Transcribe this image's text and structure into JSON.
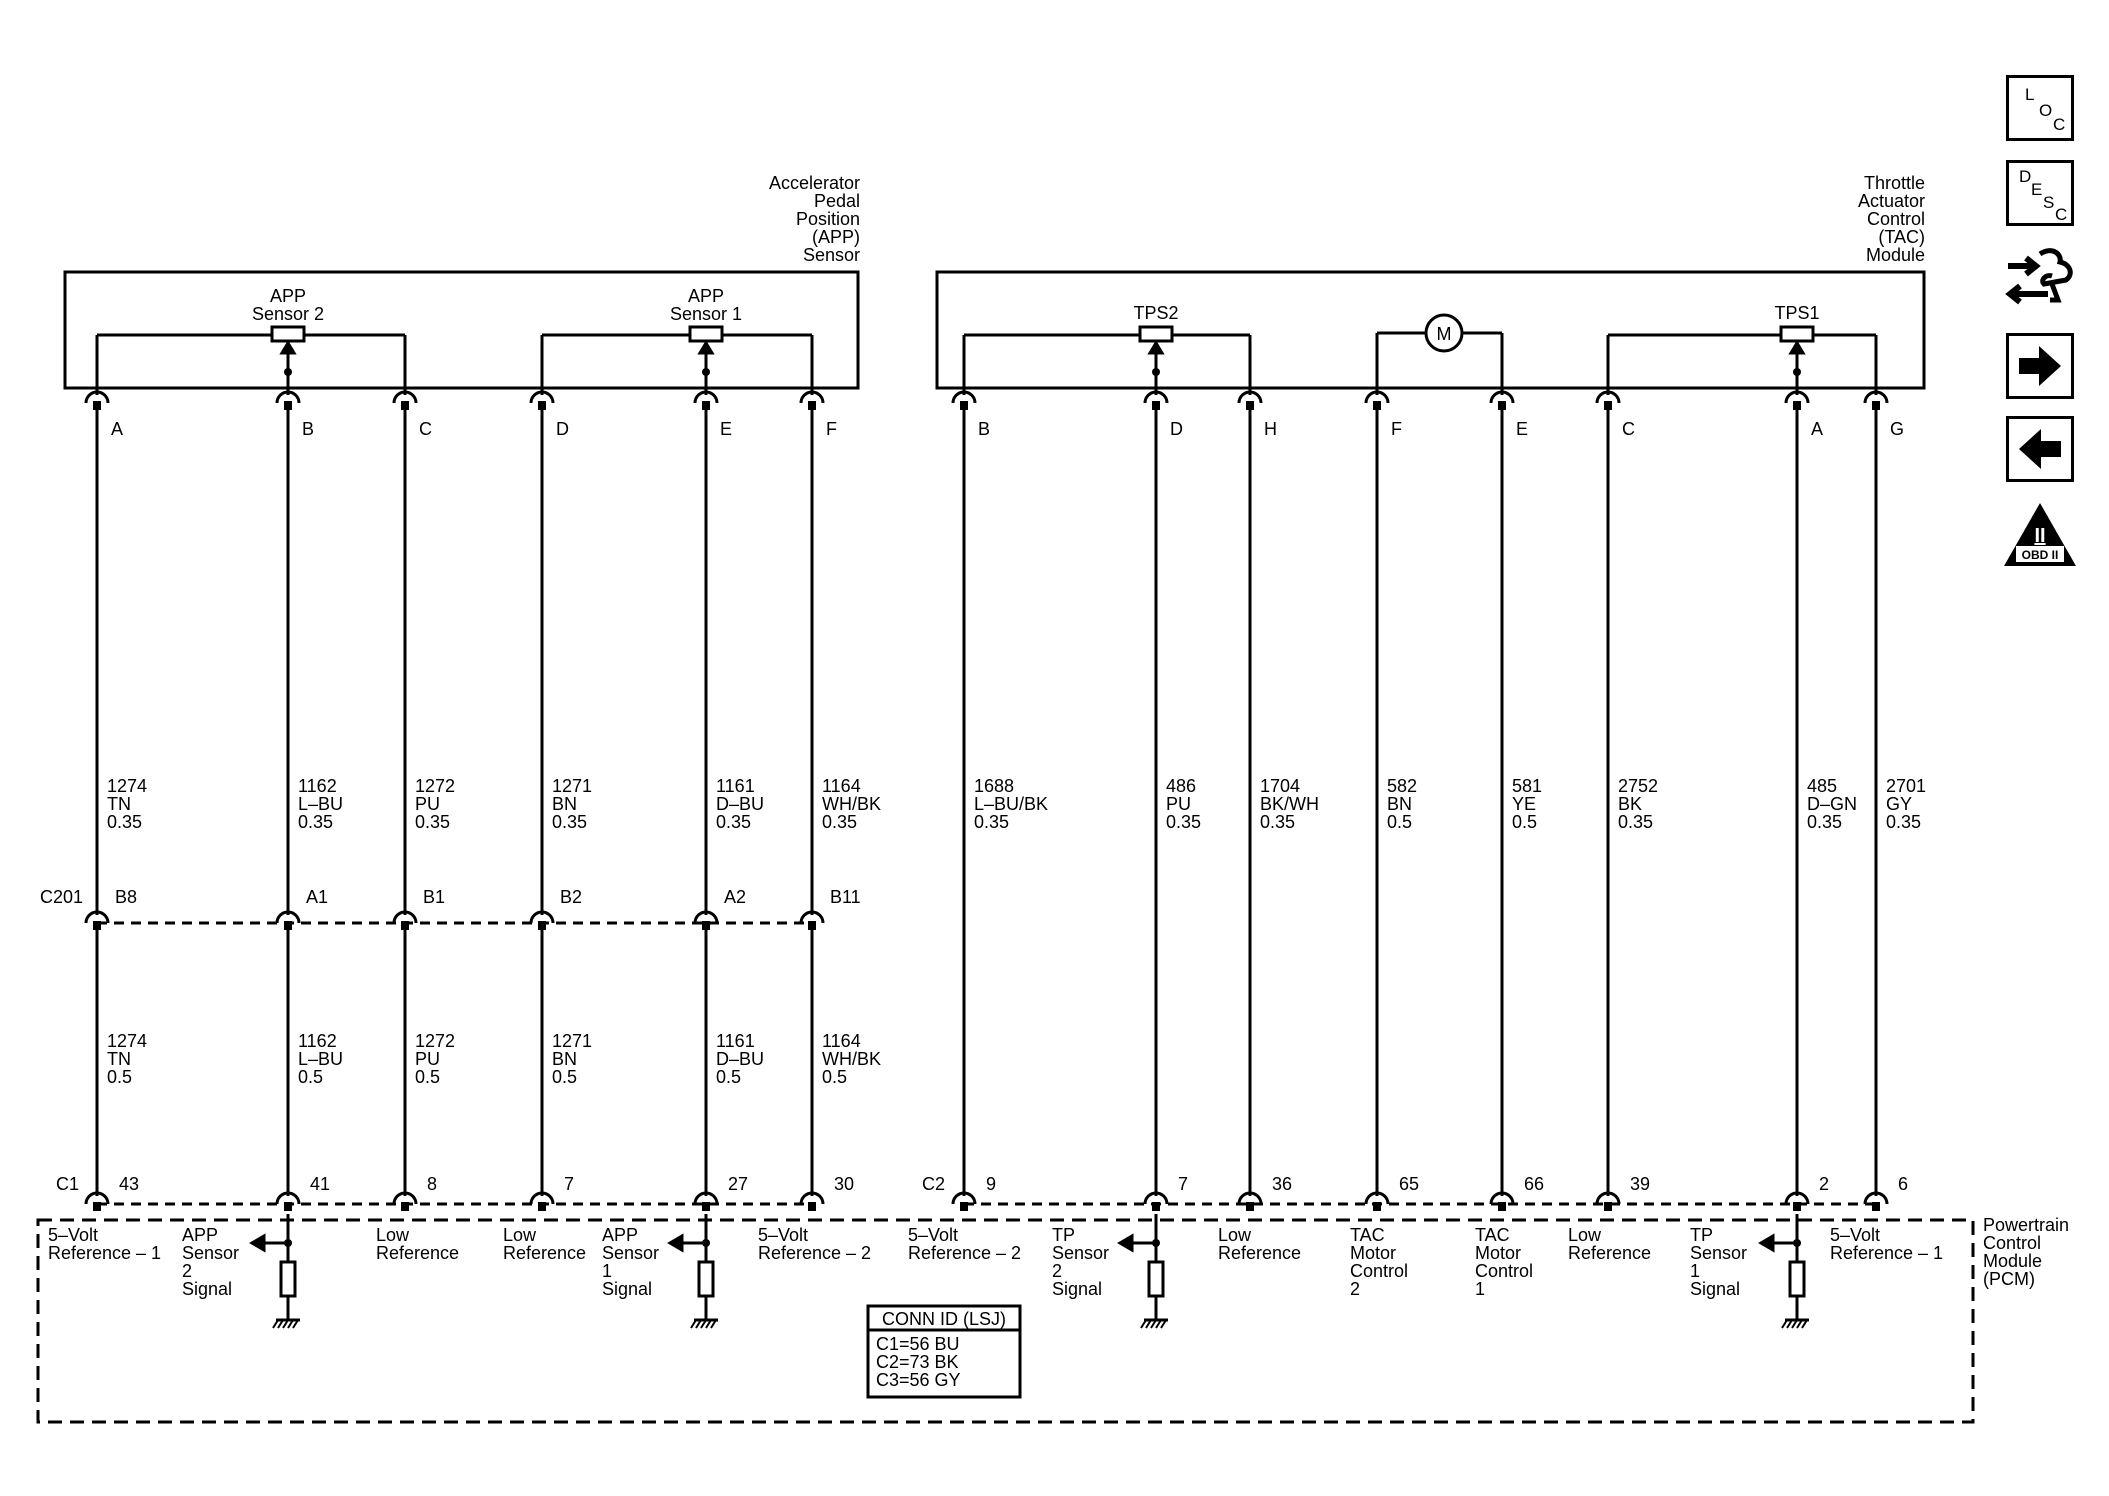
{
  "components": {
    "app_sensor": [
      "Accelerator",
      "Pedal",
      "Position",
      "(APP)",
      "Sensor"
    ],
    "tac_module": [
      "Throttle",
      "Actuator",
      "Control",
      "(TAC)",
      "Module"
    ],
    "pcm": [
      "Powertrain",
      "Control",
      "Module",
      "(PCM)"
    ],
    "app_sensor2": [
      "APP",
      "Sensor 2"
    ],
    "app_sensor1": [
      "APP",
      "Sensor 1"
    ],
    "tps2": "TPS2",
    "tps1": "TPS1",
    "motor": "M"
  },
  "connectors": {
    "c201": "C201",
    "c1": "C1",
    "c2": "C2"
  },
  "circuits": [
    {
      "pin_top": "A",
      "upper": [
        "1274",
        "TN",
        "0.35"
      ],
      "inline_pin": "B8",
      "lower": [
        "1274",
        "TN",
        "0.5"
      ],
      "pcm_pin": "43",
      "pcm_label": [
        "5–Volt",
        "Reference – 1"
      ]
    },
    {
      "pin_top": "B",
      "upper": [
        "1162",
        "L–BU",
        "0.35"
      ],
      "inline_pin": "A1",
      "lower": [
        "1162",
        "L–BU",
        "0.5"
      ],
      "pcm_pin": "41",
      "pcm_label": [
        "APP",
        "Sensor",
        "2",
        "Signal"
      ]
    },
    {
      "pin_top": "C",
      "upper": [
        "1272",
        "PU",
        "0.35"
      ],
      "inline_pin": "B1",
      "lower": [
        "1272",
        "PU",
        "0.5"
      ],
      "pcm_pin": "8",
      "pcm_label": [
        "Low",
        "Reference"
      ]
    },
    {
      "pin_top": "D",
      "upper": [
        "1271",
        "BN",
        "0.35"
      ],
      "inline_pin": "B2",
      "lower": [
        "1271",
        "BN",
        "0.5"
      ],
      "pcm_pin": "7",
      "pcm_label": [
        "Low",
        "Reference"
      ]
    },
    {
      "pin_top": "E",
      "upper": [
        "1161",
        "D–BU",
        "0.35"
      ],
      "inline_pin": "A2",
      "lower": [
        "1161",
        "D–BU",
        "0.5"
      ],
      "pcm_pin": "27",
      "pcm_label": [
        "APP",
        "Sensor",
        "1",
        "Signal"
      ]
    },
    {
      "pin_top": "F",
      "upper": [
        "1164",
        "WH/BK",
        "0.35"
      ],
      "inline_pin": "B11",
      "lower": [
        "1164",
        "WH/BK",
        "0.5"
      ],
      "pcm_pin": "30",
      "pcm_label": [
        "5–Volt",
        "Reference – 2"
      ]
    },
    {
      "pin_top": "B",
      "upper": [
        "1688",
        "L–BU/BK",
        "0.35"
      ],
      "pcm_pin": "9",
      "pcm_label": [
        "5–Volt",
        "Reference – 2"
      ]
    },
    {
      "pin_top": "D",
      "upper": [
        "486",
        "PU",
        "0.35"
      ],
      "pcm_pin": "7",
      "pcm_label": [
        "TP",
        "Sensor",
        "2",
        "Signal"
      ]
    },
    {
      "pin_top": "H",
      "upper": [
        "1704",
        "BK/WH",
        "0.35"
      ],
      "pcm_pin": "36",
      "pcm_label": [
        "Low",
        "Reference"
      ]
    },
    {
      "pin_top": "F",
      "upper": [
        "582",
        "BN",
        "0.5"
      ],
      "pcm_pin": "65",
      "pcm_label": [
        "TAC",
        "Motor",
        "Control",
        "2"
      ]
    },
    {
      "pin_top": "E",
      "upper": [
        "581",
        "YE",
        "0.5"
      ],
      "pcm_pin": "66",
      "pcm_label": [
        "TAC",
        "Motor",
        "Control",
        "1"
      ]
    },
    {
      "pin_top": "C",
      "upper": [
        "2752",
        "BK",
        "0.35"
      ],
      "pcm_pin": "39",
      "pcm_label": [
        "Low",
        "Reference"
      ]
    },
    {
      "pin_top": "A",
      "upper": [
        "485",
        "D–GN",
        "0.35"
      ],
      "pcm_pin": "2",
      "pcm_label": [
        "TP",
        "Sensor",
        "1",
        "Signal"
      ]
    },
    {
      "pin_top": "G",
      "upper": [
        "2701",
        "GY",
        "0.35"
      ],
      "pcm_pin": "6",
      "pcm_label": [
        "5–Volt",
        "Reference – 1"
      ]
    }
  ],
  "conn_id": {
    "title": "CONN ID (LSJ)",
    "rows": [
      "C1=56 BU",
      "C2=73 BK",
      "C3=56 GY"
    ]
  },
  "side_buttons": {
    "loc": [
      "L",
      "O",
      "C"
    ],
    "desc": [
      "D",
      "E",
      "S",
      "C"
    ],
    "wire_icon": "wiring-harness-icon",
    "next_icon": "arrow-right-icon",
    "prev_icon": "arrow-left-icon",
    "obd": [
      "II",
      "OBD II"
    ]
  }
}
